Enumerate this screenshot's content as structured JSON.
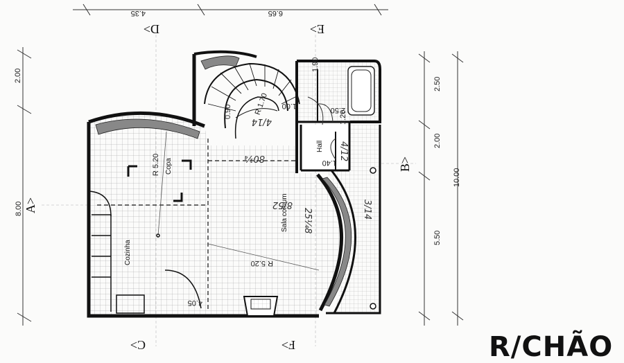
{
  "title": "R/CHÃO",
  "dimensions": {
    "top_left": "4.35",
    "top_right": "6.65",
    "left_upper": "2.00",
    "left_lower": "8.00",
    "right_1": "2.50",
    "right_2": "2.00",
    "right_3": "5.50",
    "right_total": "10.00",
    "wc_height": "1.90",
    "wc_width": "2.50",
    "hall_1": "1.20",
    "hall_2": "1.40",
    "stair_w": "1.00",
    "stair_d": "0.90",
    "bottom_left": "4.05"
  },
  "axes": {
    "A": "A>",
    "B": "B>",
    "C": "C>",
    "D": "D>",
    "E": "E>",
    "F": "F>"
  },
  "rooms": {
    "copa": "Copa",
    "cozinha": "Cozinha",
    "sala": "Sala comum",
    "hall": "Hall"
  },
  "radii": {
    "r_copa": "R 5.20",
    "r_sala": "R 5.20",
    "r_stair": "R 1.70"
  },
  "handwritten": {
    "note_1": "80¼",
    "note_2": "25¼8",
    "note_3": "8/52",
    "note_4": "4/14",
    "note_5": "4/12",
    "note_6": "3/14"
  }
}
